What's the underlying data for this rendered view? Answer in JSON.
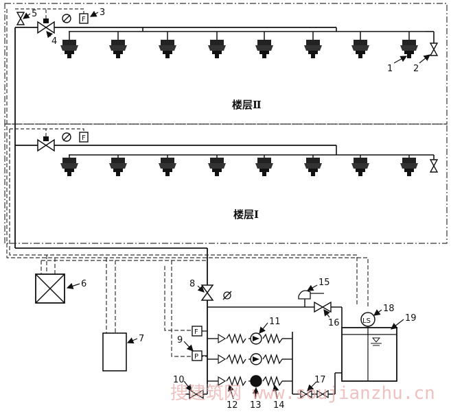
{
  "floors": {
    "upper": "楼层Ⅱ",
    "lower": "楼层Ⅰ"
  },
  "callouts": [
    "1",
    "2",
    "3",
    "4",
    "5",
    "6",
    "7",
    "8",
    "9",
    "10",
    "11",
    "12",
    "13",
    "14",
    "15",
    "16",
    "17",
    "18",
    "19"
  ],
  "gauge_symbol": "Ø",
  "flow_switch_symbol": "F",
  "pressure_switch_symbol": "P",
  "level_switch_symbol": "LS",
  "watermark": "搜建筑网 www.soujianzhu.cn"
}
